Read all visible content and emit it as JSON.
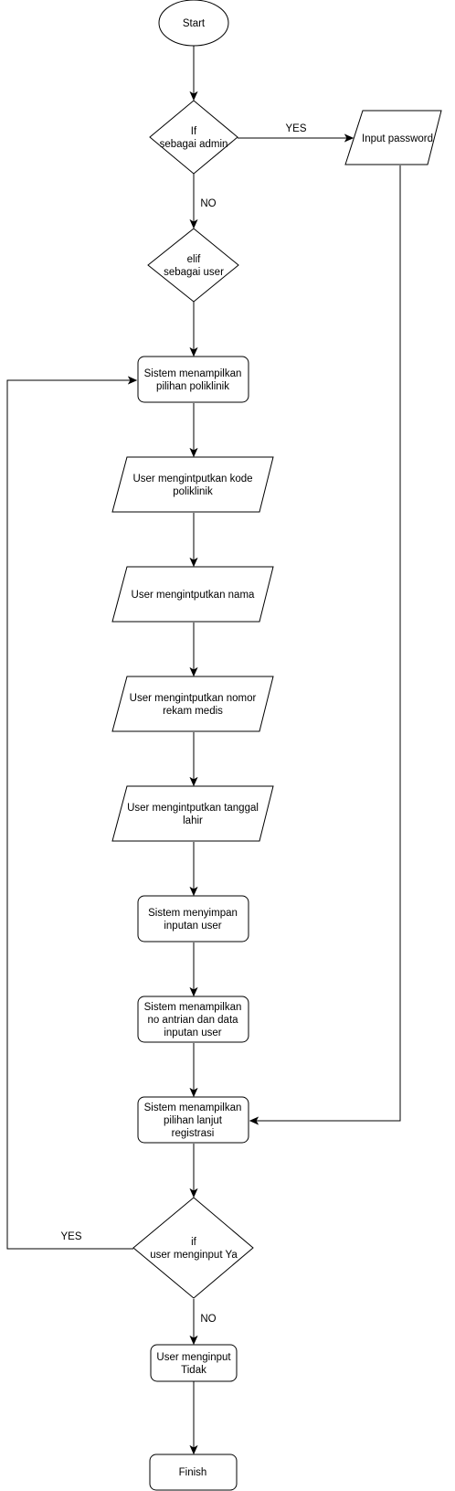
{
  "nodes": {
    "start": [
      "Start"
    ],
    "if_admin": [
      "If",
      "sebagai admin"
    ],
    "input_password": [
      "Input password"
    ],
    "elif_user": [
      "elif",
      "sebagai user"
    ],
    "show_poliklinik": [
      "Sistem menampilkan",
      "pilihan poliklinik"
    ],
    "input_kode": [
      "User mengintputkan kode",
      "poliklinik"
    ],
    "input_nama": [
      "User mengintputkan nama"
    ],
    "input_rm": [
      "User mengintputkan nomor",
      "rekam medis"
    ],
    "input_tgl": [
      "User mengintputkan tanggal",
      "lahir"
    ],
    "save_input": [
      "Sistem menyimpan",
      "inputan user"
    ],
    "show_antrian": [
      "Sistem menampilkan",
      "no antrian dan data",
      "inputan user"
    ],
    "show_lanjut": [
      "Sistem menampilkan",
      "pilihan lanjut",
      "registrasi"
    ],
    "if_ya": [
      "if",
      "user menginput Ya"
    ],
    "input_tidak": [
      "User menginput",
      "Tidak"
    ],
    "finish": [
      "Finish"
    ]
  },
  "edge_labels": {
    "admin_yes": "YES",
    "admin_no": "NO",
    "ya_yes": "YES",
    "ya_no": "NO"
  }
}
